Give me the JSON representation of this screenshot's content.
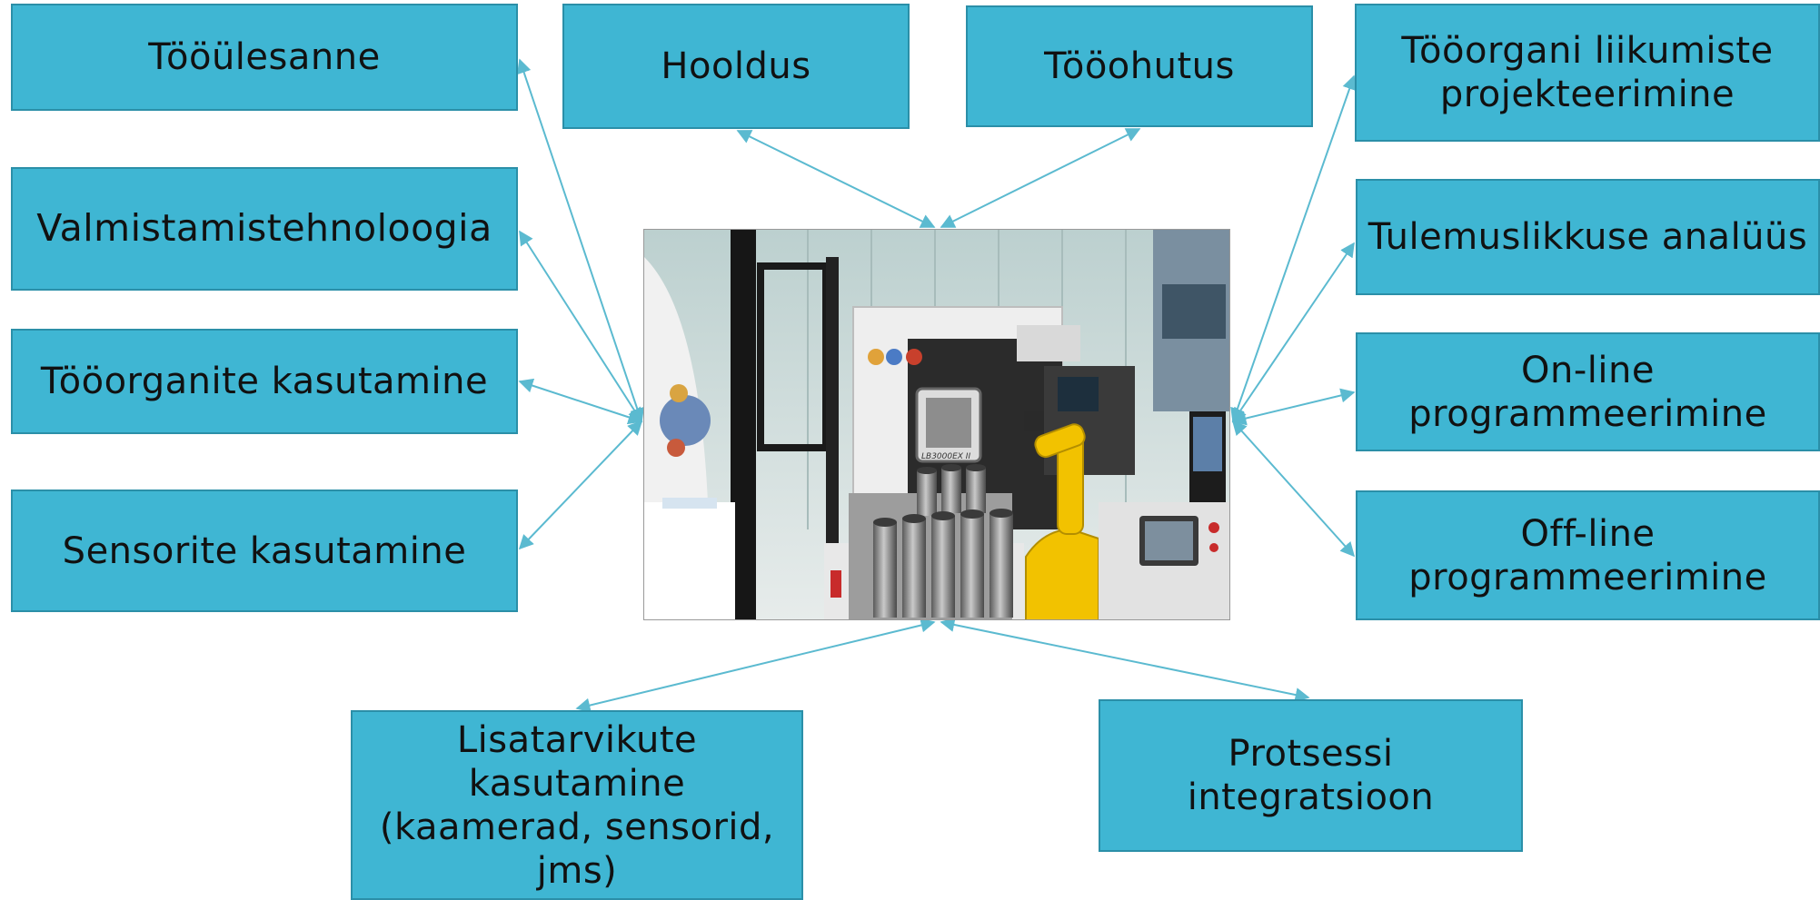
{
  "boxes": {
    "tooulesanne": "Tööülesanne",
    "valmistamistehnoloogia": "Valmistamistehnoloogia",
    "tooorganite_kasutamine": "Tööorganite kasutamine",
    "sensorite_kasutamine": "Sensorite kasutamine",
    "hooldus": "Hooldus",
    "tooohutus": "Tööohutus",
    "tooorgani_liikumiste": "Tööorgani liikumiste\nprojekteerimine",
    "tulemuslikkuse_analuus": "Tulemuslikkuse analüüs",
    "online_programmeerimine": "On-line\nprogrammeerimine",
    "offline_programmeerimine": "Off-line\nprogrammeerimine",
    "lisatarvikute_kasutamine": "Lisatarvikute\nkasutamine\n(kaamerad, sensorid,\njms)",
    "protsessi_integratsioon": "Protsessi\nintegratsioon"
  },
  "photo": {
    "machine_label": "LB3000EX II"
  },
  "colors": {
    "box_fill": "#3fb6d3",
    "box_border": "#2b8fa8",
    "connector": "#5bbad0",
    "robot_yellow": "#f2c200"
  }
}
